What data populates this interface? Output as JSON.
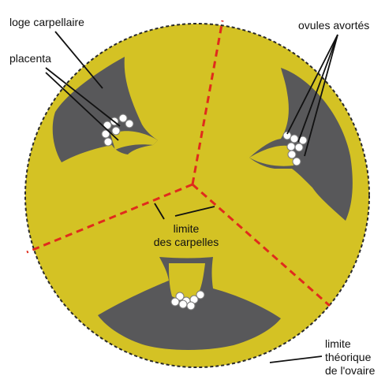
{
  "labels": {
    "loge": "loge carpellaire",
    "placenta": "placenta",
    "ovules": "ovules avortés",
    "limite_carpelles_1": "limite",
    "limite_carpelles_2": "des carpelles",
    "limite_ovaire_1": "limite",
    "limite_ovaire_2": "théorique",
    "limite_ovaire_3": "de l'ovaire"
  },
  "colors": {
    "ovary_fill": "#d4c224",
    "locule_fill": "#58585a",
    "ovary_outline": "#2a2a2a",
    "carpel_boundary": "#e02b1c",
    "ovule_fill": "#ffffff",
    "ovule_stroke": "#7a7a7a",
    "pointer": "#111111"
  }
}
